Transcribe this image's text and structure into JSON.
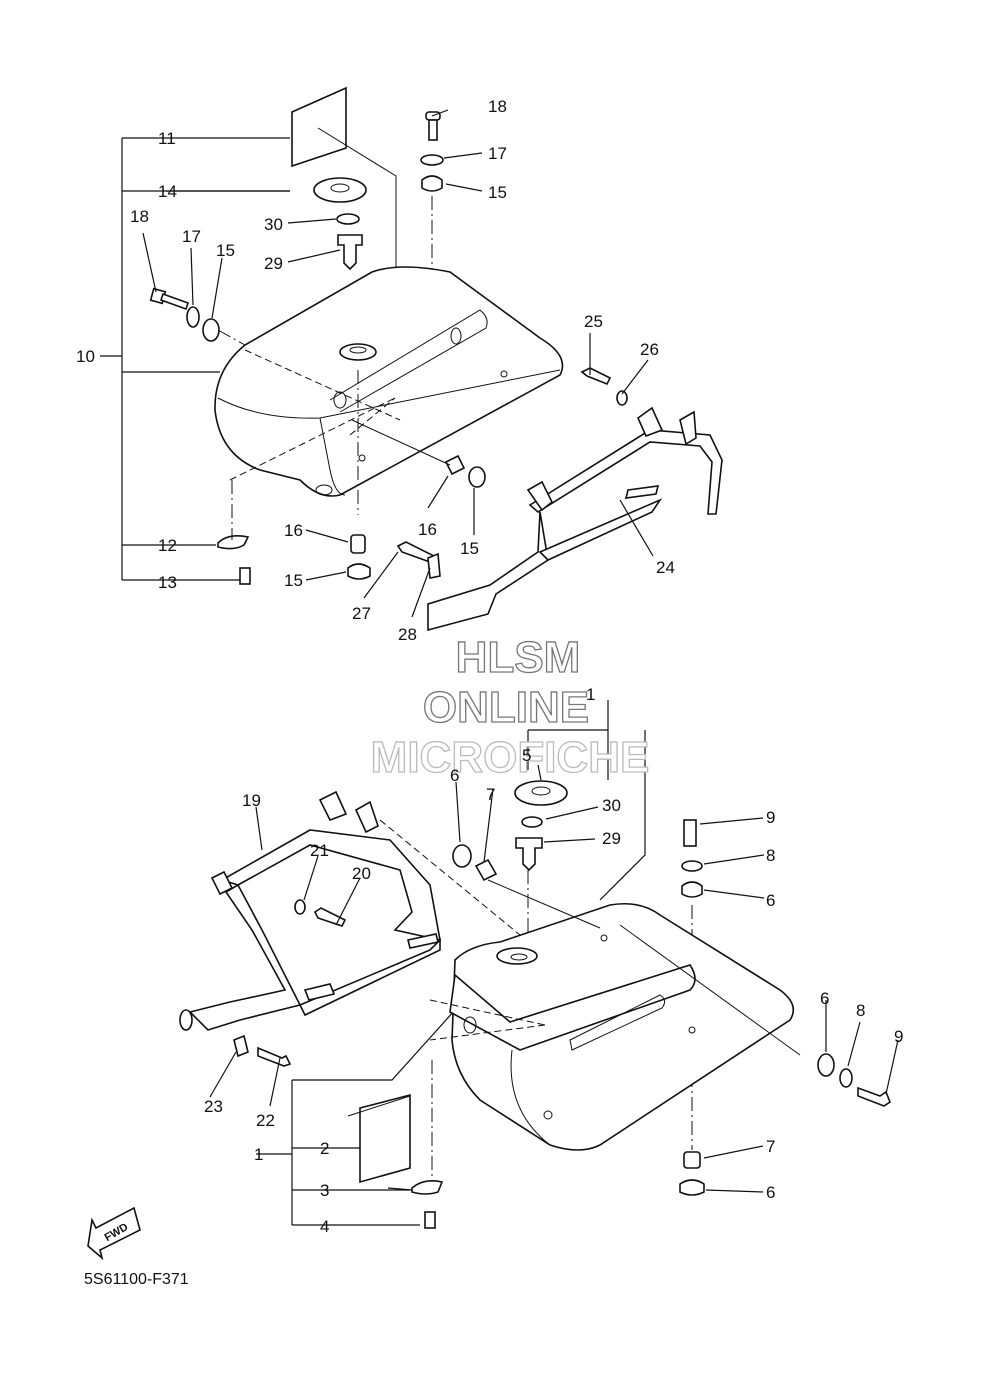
{
  "watermark": {
    "line1": "HLSM",
    "line2": "ONLINE",
    "line3": "MICROFICHE"
  },
  "fwd_label": "FWD",
  "diagram_code": "5S61100-F371",
  "callouts": {
    "c1": "1",
    "c2": "2",
    "c3": "3",
    "c4": "4",
    "c5": "5",
    "c6a": "6",
    "c6b": "6",
    "c6c": "6",
    "c6d": "6",
    "c7a": "7",
    "c7b": "7",
    "c8a": "8",
    "c8b": "8",
    "c9a": "9",
    "c9b": "9",
    "c10": "10",
    "c11": "11",
    "c12": "12",
    "c13": "13",
    "c14": "14",
    "c15a": "15",
    "c15b": "15",
    "c15c": "15",
    "c15d": "15",
    "c16a": "16",
    "c16b": "16",
    "c17a": "17",
    "c17b": "17",
    "c18a": "18",
    "c18b": "18",
    "c19": "19",
    "c20": "20",
    "c21": "21",
    "c22": "22",
    "c23": "23",
    "c24": "24",
    "c25": "25",
    "c26": "26",
    "c27": "27",
    "c28": "28",
    "c29a": "29",
    "c29b": "29",
    "c30a": "30",
    "c30b": "30"
  }
}
